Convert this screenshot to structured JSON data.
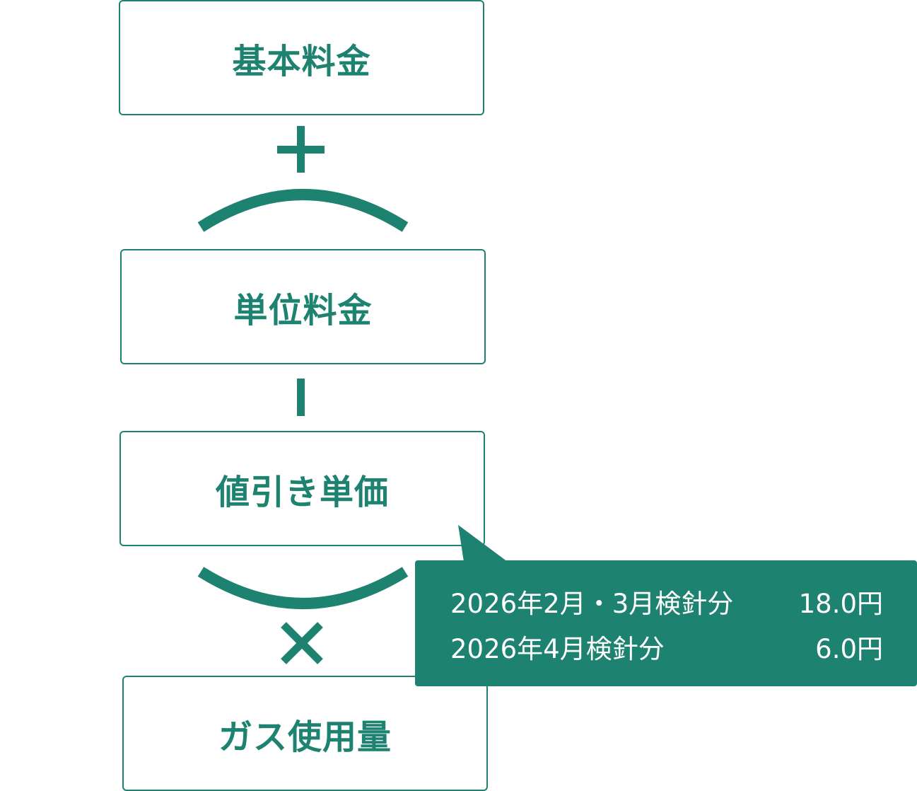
{
  "colors": {
    "accent": "#1e8270",
    "box_text": "#1e8270",
    "callout_bg": "#1e8270",
    "callout_text": "#ffffff"
  },
  "diagram": {
    "boxes": {
      "basic_fee": "基本料金",
      "unit_fee": "単位料金",
      "discount_unit_price": "値引き単価",
      "gas_usage": "ガス使用量"
    },
    "operators": [
      "plus-icon",
      "open-paren-icon",
      "minus-icon",
      "close-paren-icon",
      "times-icon"
    ]
  },
  "callout": {
    "rows": [
      {
        "label": "2026年2月・3月検針分",
        "value": "18.0円"
      },
      {
        "label": "2026年4月検針分",
        "value": "6.0円"
      }
    ]
  }
}
